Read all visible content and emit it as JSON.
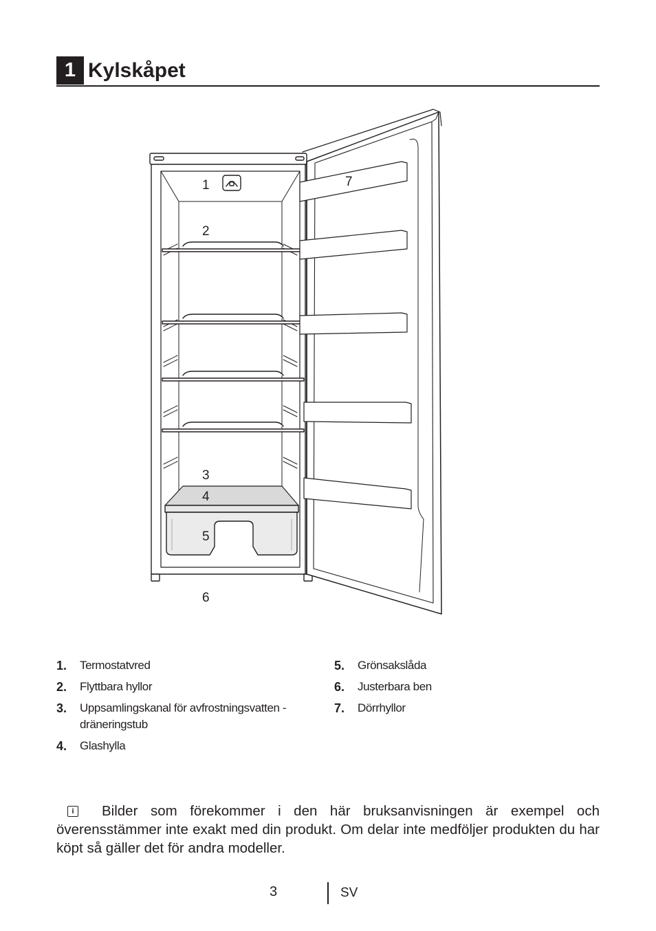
{
  "section": {
    "number": "1",
    "title": "Kylskåpet"
  },
  "figure": {
    "callouts": [
      {
        "id": "1",
        "label": "1"
      },
      {
        "id": "2",
        "label": "2"
      },
      {
        "id": "3",
        "label": "3"
      },
      {
        "id": "4",
        "label": "4"
      },
      {
        "id": "5",
        "label": "5"
      },
      {
        "id": "6",
        "label": "6"
      },
      {
        "id": "7",
        "label": "7"
      }
    ]
  },
  "legend": [
    {
      "num": "1.",
      "text": "Termostatvred"
    },
    {
      "num": "2.",
      "text": "Flyttbara hyllor"
    },
    {
      "num": "3.",
      "text": "Uppsamlingskanal för avfrostningsvatten - dräneringstub"
    },
    {
      "num": "4.",
      "text": "Glashylla"
    },
    {
      "num": "5.",
      "text": "Grönsakslåda"
    },
    {
      "num": "6.",
      "text": "Justerbara ben"
    },
    {
      "num": "7.",
      "text": "Dörrhyllor"
    }
  ],
  "note": {
    "icon": "info-icon",
    "text": "Bilder som förekommer i den här bruksanvisningen är exempel och överensstämmer inte exakt med din produkt. Om delar inte medföljer produkten du har köpt så gäller det för andra modeller."
  },
  "footer": {
    "page": "3",
    "lang": "SV"
  }
}
